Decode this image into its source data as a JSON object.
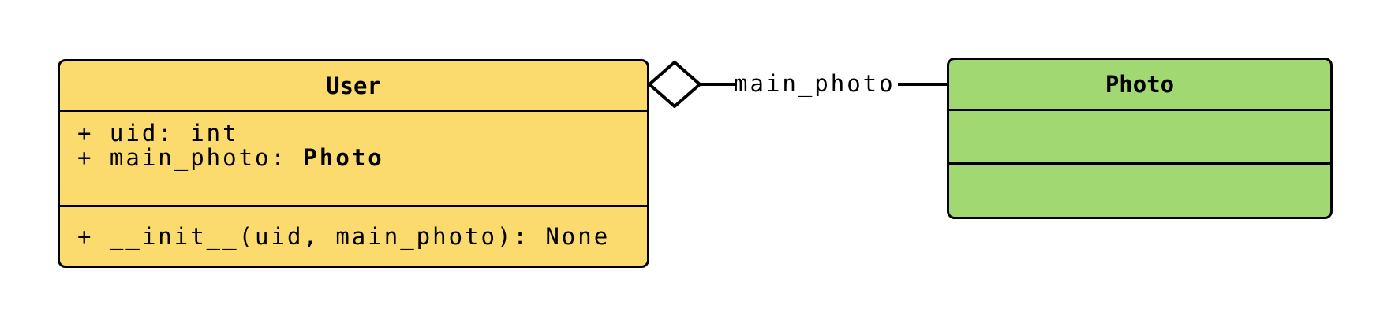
{
  "diagram": {
    "background_color": "#ffffff",
    "line_color": "#000000",
    "user_class": {
      "title": "User",
      "fill": "#FCDB6E",
      "attributes": [
        {
          "text": "+ uid: int",
          "type": ""
        },
        {
          "text": "+ main_photo: ",
          "type": "Photo"
        }
      ],
      "methods": [
        {
          "text": "+ __init__(uid, main_photo): None"
        }
      ]
    },
    "photo_class": {
      "title": "Photo",
      "fill": "#A2D872",
      "attributes": [],
      "methods": []
    },
    "relationship": {
      "type": "aggregation",
      "label": "main_photo",
      "diamond_fill": "#ffffff",
      "diamond_stroke": "#000000"
    }
  }
}
